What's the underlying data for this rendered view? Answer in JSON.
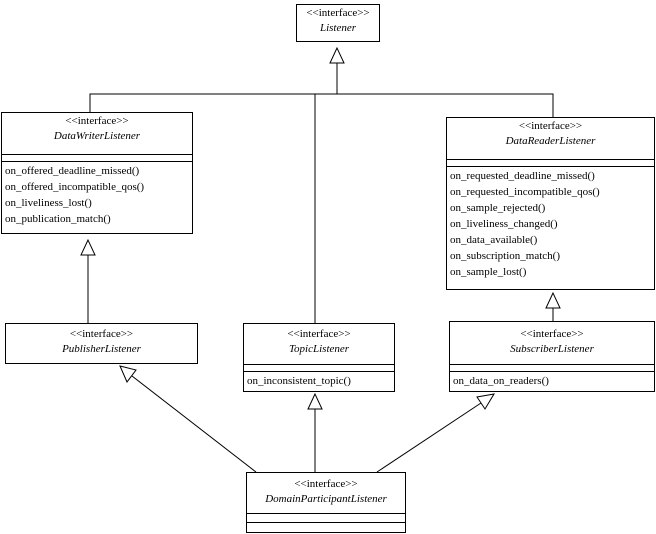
{
  "diagram": {
    "classes": {
      "listener": {
        "stereotype": "<<interface>>",
        "name": "Listener",
        "operations": []
      },
      "data_writer_listener": {
        "stereotype": "<<interface>>",
        "name": "DataWriterListener",
        "operations": [
          "on_offered_deadline_missed()",
          "on_offered_incompatible_qos()",
          "on_liveliness_lost()",
          "on_publication_match()"
        ]
      },
      "data_reader_listener": {
        "stereotype": "<<interface>>",
        "name": "DataReaderListener",
        "operations": [
          "on_requested_deadline_missed()",
          "on_requested_incompatible_qos()",
          "on_sample_rejected()",
          "on_liveliness_changed()",
          "on_data_available()",
          "on_subscription_match()",
          "on_sample_lost()"
        ]
      },
      "publisher_listener": {
        "stereotype": "<<interface>>",
        "name": "PublisherListener",
        "operations": []
      },
      "topic_listener": {
        "stereotype": "<<interface>>",
        "name": "TopicListener",
        "operations": [
          "on_inconsistent_topic()"
        ]
      },
      "subscriber_listener": {
        "stereotype": "<<interface>>",
        "name": "SubscriberListener",
        "operations": [
          "on_data_on_readers()"
        ]
      },
      "domain_participant_listener": {
        "stereotype": "<<interface>>",
        "name": "DomainParticipantListener",
        "operations": []
      }
    },
    "relations": [
      {
        "from": "DataWriterListener",
        "to": "Listener",
        "type": "generalization"
      },
      {
        "from": "TopicListener",
        "to": "Listener",
        "type": "generalization"
      },
      {
        "from": "DataReaderListener",
        "to": "Listener",
        "type": "generalization"
      },
      {
        "from": "PublisherListener",
        "to": "DataWriterListener",
        "type": "generalization"
      },
      {
        "from": "SubscriberListener",
        "to": "DataReaderListener",
        "type": "generalization"
      },
      {
        "from": "DomainParticipantListener",
        "to": "PublisherListener",
        "type": "generalization"
      },
      {
        "from": "DomainParticipantListener",
        "to": "TopicListener",
        "type": "generalization"
      },
      {
        "from": "DomainParticipantListener",
        "to": "SubscriberListener",
        "type": "generalization"
      }
    ]
  }
}
